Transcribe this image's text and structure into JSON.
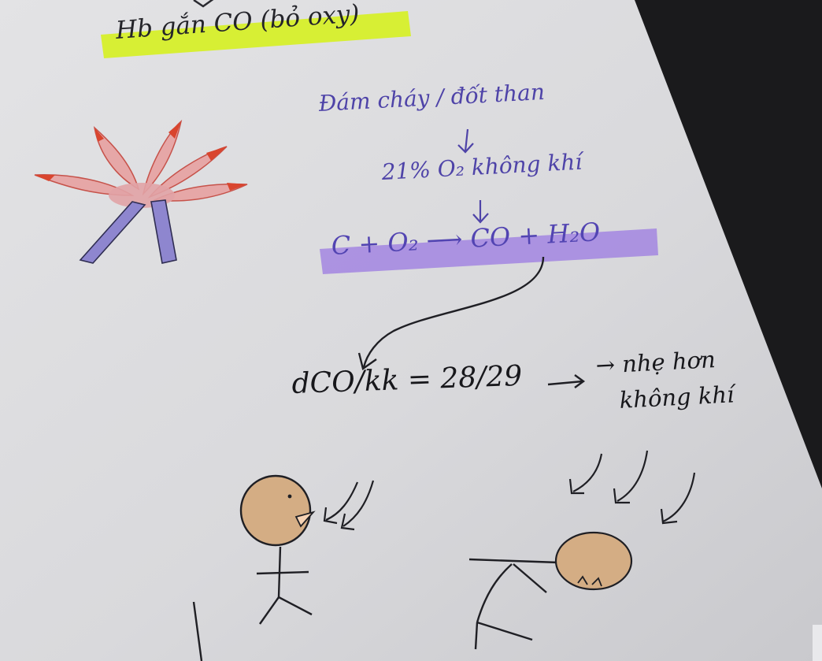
{
  "notes": {
    "top_highlight": "Hb gắn CO (bỏ oxy)",
    "line1": "Đám cháy / đốt than",
    "line2": "21% O₂ không khí",
    "equation": "C + O₂ ⟶ CO + H₂O",
    "ratio": "dCO/kk = 28/29",
    "arrow_note_1": "→ nhẹ hơn",
    "arrow_note_2": "không khí"
  },
  "colors": {
    "paper": "#dcdcde",
    "background": "#1a1a1c",
    "ink": "#17171b",
    "purple_ink": "#4e43a8",
    "highlighter_yellow": "#d6ef2a",
    "highlighter_purple": "#a98ee0",
    "flame_pink": "#e6a7a7",
    "flame_red": "#d9452e",
    "log_blue": "#8e86cf",
    "skin": "#d4ad84"
  },
  "drawings": [
    "campfire-drawing",
    "standing-person-drawing",
    "collapsed-person-drawing",
    "down-arrows"
  ]
}
